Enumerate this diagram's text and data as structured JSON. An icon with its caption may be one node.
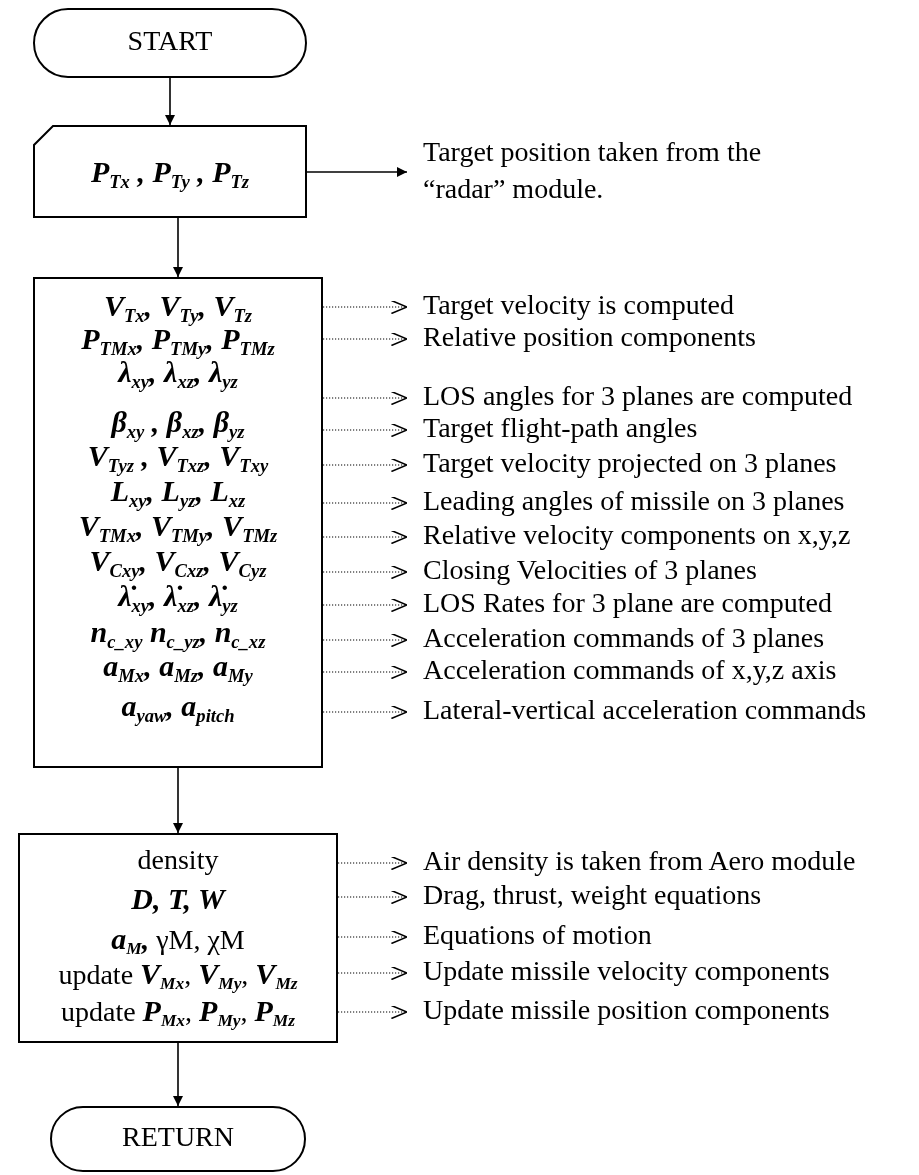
{
  "diagram": {
    "nodes": [
      {
        "text": [
          "START"
        ]
      },
      {
        "text": [
          "P$_{Tx}$ , P$_{Ty}$ , P$_{Tz}$"
        ]
      },
      {
        "text": [
          "Target position taken from the “radar” module."
        ]
      },
      {
        "text": [
          "V$_{Tx}$, V$_{Ty}$, V$_{Tz}$",
          "P$_{TMx}$, P$_{TMy}$, P$_{TMz}$",
          "λ$_{xy}$, λ$_{xz}$, λ$_{yz}$",
          "β$_{xy}$ , β$_{xz}$, β$_{yz}$",
          "V$_{Tyz}$ , V$_{Txz}$, V$_{Txy}$",
          "L$_{xy}$, L$_{yz}$, L$_{xz}$",
          "V$_{TMx}$, V$_{TMy}$, V$_{TMz}$",
          "V$_{Cxy}$, V$_{Cxz}$, V$_{Cyz}$",
          "λ̇$_{xy}$, λ̇$_{xz}$, λ̇$_{yz}$",
          "n$_{c_xy}$ n$_{c_yz}$, n$_{c_xz}$",
          "a$_{Mx}$, a$_{Mz}$, a$_{My}$",
          "a$_{yaw}$, a$_{pitch}$"
        ]
      },
      {
        "text": [
          "Target velocity is computed"
        ]
      },
      {
        "text": [
          "Relative position components"
        ]
      },
      {
        "text": [
          "LOS angles for 3 planes are computed"
        ]
      },
      {
        "text": [
          "Target flight-path angles"
        ]
      },
      {
        "text": [
          "Target velocity projected on 3 planes"
        ]
      },
      {
        "text": [
          "Leading angles of missile on 3 planes"
        ]
      },
      {
        "text": [
          "Relative velocity components on x,y,z"
        ]
      },
      {
        "text": [
          "Closing Velocities of 3 planes"
        ]
      },
      {
        "text": [
          "LOS Rates for 3 plane are computed"
        ]
      },
      {
        "text": [
          "Acceleration commands of 3 planes"
        ]
      },
      {
        "text": [
          "Acceleration commands of x,y,z axis"
        ]
      },
      {
        "text": [
          "Lateral-vertical acceleration commands"
        ]
      },
      {
        "text": [
          "density",
          "D, T, W",
          "**a**$_{M}$**,** γM, χM",
          "update **V**$_{Mx}$, **V**$_{My}$, **V**$_{Mz}$",
          "update **P**$_{Mx}$,  **P**$_{My}$,  **P**$_{Mz}$"
        ]
      },
      {
        "text": [
          "Air density is taken from Aero module"
        ]
      },
      {
        "text": [
          "Drag, thrust, weight equations"
        ]
      },
      {
        "text": [
          "Equations of motion"
        ]
      },
      {
        "text": [
          "Update missile velocity components"
        ]
      },
      {
        "text": [
          "Update missile position components"
        ]
      },
      {
        "text": [
          "RETURN"
        ]
      }
    ],
    "edges": [
      {
        "from": 0,
        "to": 1,
        "arrow": "to"
      },
      {
        "from": 1,
        "to": 2,
        "arrow": "to"
      },
      {
        "from": 1,
        "to": 3,
        "arrow": "to"
      },
      {
        "from": 3,
        "to": 4,
        "arrow": "to",
        "style": "dashed"
      },
      {
        "from": 3,
        "to": 5,
        "arrow": "to",
        "style": "dashed"
      },
      {
        "from": 3,
        "to": 6,
        "arrow": "to",
        "style": "dashed"
      },
      {
        "from": 3,
        "to": 7,
        "arrow": "to",
        "style": "dashed"
      },
      {
        "from": 3,
        "to": 8,
        "arrow": "to",
        "style": "dashed"
      },
      {
        "from": 3,
        "to": 9,
        "arrow": "to",
        "style": "dashed"
      },
      {
        "from": 3,
        "to": 10,
        "arrow": "to",
        "style": "dashed"
      },
      {
        "from": 3,
        "to": 11,
        "arrow": "to",
        "style": "dashed"
      },
      {
        "from": 3,
        "to": 12,
        "arrow": "to",
        "style": "dashed"
      },
      {
        "from": 3,
        "to": 13,
        "arrow": "to",
        "style": "dashed"
      },
      {
        "from": 3,
        "to": 14,
        "arrow": "to",
        "style": "dashed"
      },
      {
        "from": 3,
        "to": 15,
        "arrow": "to",
        "style": "dashed"
      },
      {
        "from": 3,
        "to": 16,
        "arrow": "to"
      },
      {
        "from": 16,
        "to": 17,
        "arrow": "to",
        "style": "dashed"
      },
      {
        "from": 16,
        "to": 18,
        "arrow": "to",
        "style": "dashed"
      },
      {
        "from": 16,
        "to": 19,
        "arrow": "to",
        "style": "dashed"
      },
      {
        "from": 16,
        "to": 20,
        "arrow": "to",
        "style": "dashed"
      },
      {
        "from": 16,
        "to": 21,
        "arrow": "to",
        "style": "dashed"
      },
      {
        "from": 16,
        "to": 22,
        "arrow": "to"
      }
    ]
  }
}
